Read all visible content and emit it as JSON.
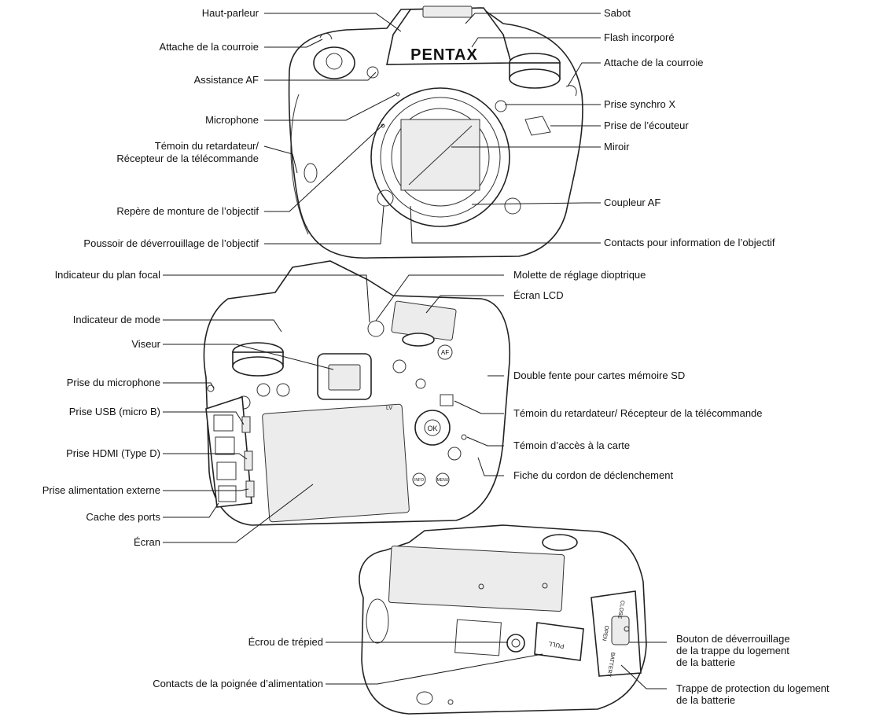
{
  "front": {
    "left": [
      "Haut-parleur",
      "Attache de la courroie",
      "Assistance AF",
      "Microphone",
      "Témoin du retardateur/",
      "Récepteur de la télécommande",
      "Repère de monture de l’objectif",
      "Poussoir de déverrouillage de l’objectif"
    ],
    "right": [
      "Sabot",
      "Flash incorporé",
      "Attache de la courroie",
      "Prise synchro X",
      "Prise de l’écouteur",
      "Miroir",
      "Coupleur AF",
      "Contacts pour information de l’objectif"
    ],
    "brand": "PENTAX"
  },
  "back": {
    "left": [
      "Indicateur du plan focal",
      "Indicateur de mode",
      "Viseur",
      "Prise du microphone",
      "Prise USB (micro B)",
      "Prise HDMI (Type D)",
      "Prise alimentation externe",
      "Cache des ports",
      "Écran"
    ],
    "right": [
      "Molette de réglage dioptrique",
      "Écran LCD",
      "Double fente pour cartes mémoire SD",
      "Témoin du retardateur/ Récepteur de la télécommande",
      "Témoin d’accès à la carte",
      "Fiche du cordon de déclenchement"
    ],
    "buttons": {
      "ok": "OK",
      "lv": "LV",
      "af": "AF",
      "info": "INFO",
      "menu": "MENU"
    }
  },
  "bottom": {
    "left": [
      "Écrou de trépied",
      "Contacts de la poignée d’alimentation"
    ],
    "right": [
      "Bouton de déverrouillage",
      "de la trappe du logement",
      "de la batterie",
      "Trappe de protection du logement",
      "de la batterie"
    ],
    "door_labels": {
      "close": "CLOSE",
      "open": "OPEN",
      "battery": "BATTERY",
      "pull": "PULL"
    }
  }
}
